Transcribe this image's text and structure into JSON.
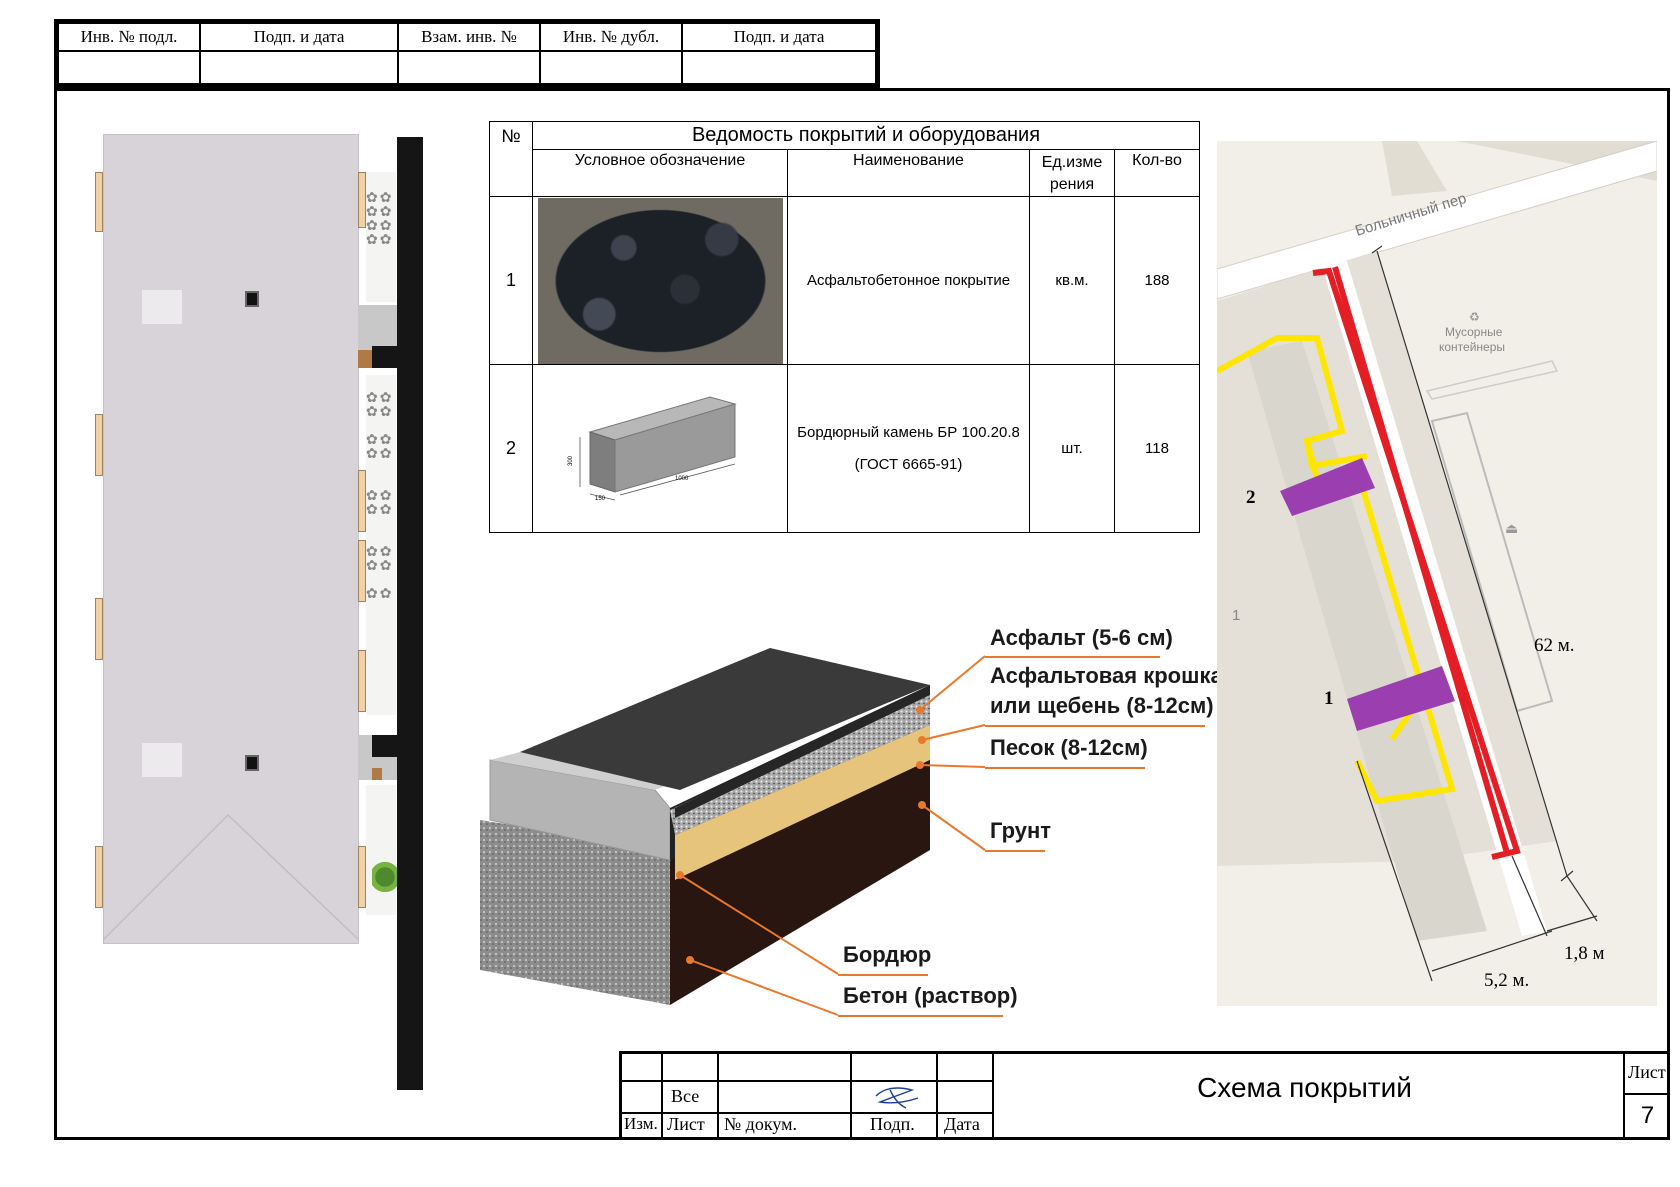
{
  "top_stamp": {
    "headers": [
      "Инв. № подл.",
      "Подп. и дата",
      "Взам. инв. №",
      "Инв. № дубл.",
      "Подп. и дата"
    ]
  },
  "spec_table": {
    "num_header": "№",
    "title": "Ведомость покрытий и оборудования",
    "col_symbol": "Условное обозначение",
    "col_name": "Наименование",
    "col_unit": "Ед.изме рения",
    "col_qty": "Кол-во",
    "rows": [
      {
        "num": "1",
        "name": "Асфальтобетонное покрытие",
        "unit": "кв.м.",
        "qty": "188"
      },
      {
        "num": "2",
        "name": "Бордюрный камень БР 100.20.8 (ГОСТ 6665-91)",
        "unit": "шт.",
        "qty": "118"
      }
    ],
    "curb_dims": {
      "h": "300",
      "len": "1000",
      "w": "150"
    }
  },
  "section_labels": {
    "asphalt": "Асфальт (5-6 см)",
    "crumb_1": "Асфальтовая крошка",
    "crumb_2": "или щебень (8-12см)",
    "sand": "Песок (8-12см)",
    "soil": "Грунт",
    "curb": "Бордюр",
    "concrete": "Бетон (раствор)"
  },
  "map": {
    "street": "Больничный пер",
    "poi_1": "Мусорные",
    "poi_2": "контейнеры",
    "dim_62": "62 м.",
    "dim_18": "1,8 м",
    "dim_52": "5,2 м.",
    "marker_1": "1",
    "marker_2": "2",
    "marker_area": "1"
  },
  "title_block": {
    "all": "Все",
    "izm": "Изм.",
    "list": "Лист",
    "doc": "№ докум.",
    "sign": "Подп.",
    "date": "Дата",
    "title": "Схема покрытий",
    "sheet_label": "Лист",
    "sheet_num": "7"
  },
  "colors": {
    "road": "#151515",
    "red_line": "#e31e24",
    "yellow_line": "#ffe600",
    "purple": "#9b3fb0",
    "leader": "#e8792c"
  }
}
